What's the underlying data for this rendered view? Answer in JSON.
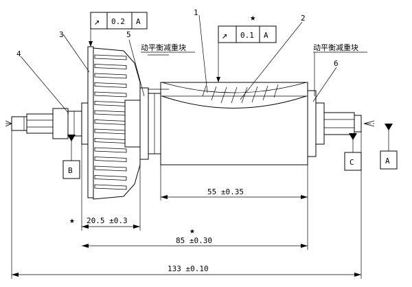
{
  "callouts": {
    "c1": "1",
    "c2": "2",
    "c3": "3",
    "c4": "4",
    "c5": "5",
    "c6": "6"
  },
  "balance_weight_label": "动平衡减重块",
  "tolerance_frames": {
    "runout_fan": {
      "value": "0.2",
      "datum": "A"
    },
    "runout_core": {
      "value": "0.1",
      "datum": "A"
    }
  },
  "datums": {
    "A": "A",
    "B": "B",
    "C": "C"
  },
  "dimensions": {
    "core_length": "55 ±0.35",
    "fan_offset": "20.5 ±0.3",
    "span": "85 ±0.30",
    "overall": "133 ±0.10"
  },
  "symbols": {
    "star": "★",
    "runout": "↗"
  }
}
